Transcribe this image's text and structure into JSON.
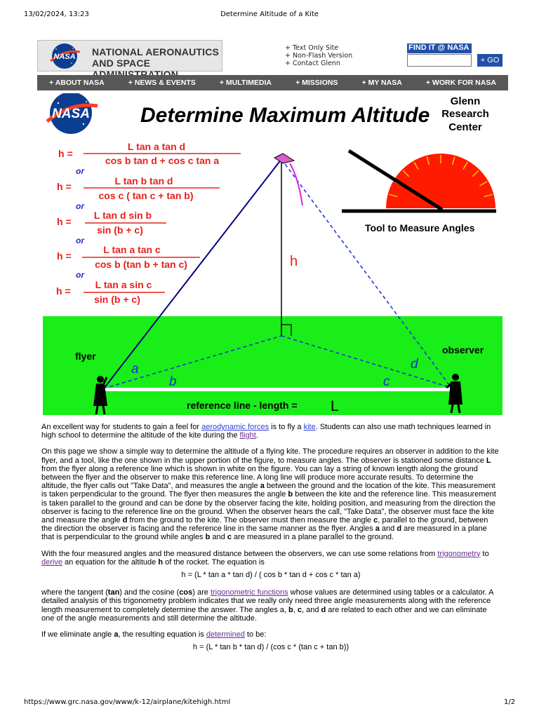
{
  "print_header": {
    "datetime": "13/02/2024, 13:23",
    "title": "Determine Altitude of a Kite"
  },
  "banner": {
    "agency_line1": "NATIONAL AERONAUTICS",
    "agency_line2": "AND SPACE ADMINISTRATION",
    "logo_text": "NASA"
  },
  "quick_links": [
    "+ Text Only Site",
    "+ Non-Flash Version",
    "+ Contact Glenn"
  ],
  "search": {
    "label": "FIND IT @ NASA :",
    "value": "",
    "go_label": "+ GO"
  },
  "nav": [
    "+ ABOUT NASA",
    "+ NEWS & EVENTS",
    "+ MULTIMEDIA",
    "+ MISSIONS",
    "+ MY NASA",
    "+ WORK FOR NASA"
  ],
  "figure": {
    "title": "Determine Maximum Altitude",
    "logo_text": "NASA",
    "center_line1": "Glenn",
    "center_line2": "Research",
    "center_line3": "Center",
    "tool_label": "Tool to Measure Angles",
    "h_label": "h",
    "flyer_label": "flyer",
    "observer_label": "observer",
    "angle_a": "a",
    "angle_b": "b",
    "angle_c": "c",
    "angle_d": "d",
    "reference_text": "reference line - length = ",
    "reference_L": "L",
    "or_label": "or",
    "formulas": [
      {
        "lhs": "h =",
        "num": "L tan a  tan d",
        "den": "cos b  tan d  +  cos c  tan a"
      },
      {
        "lhs": "h =",
        "num": "L tan b  tan d",
        "den": "cos c  ( tan c + tan b)"
      },
      {
        "lhs": "h =",
        "num": "L tan d  sin b",
        "den": "sin (b + c)"
      },
      {
        "lhs": "h =",
        "num": "L tan a  tan c",
        "den": "cos b  (tan b + tan c)"
      },
      {
        "lhs": "h =",
        "num": "L  tan a  sin c",
        "den": "sin (b + c)"
      }
    ]
  },
  "body": {
    "p1": {
      "t1": "An excellent way for students to gain a feel for ",
      "l1": "aerodynamic forces",
      "t2": " is to fly a ",
      "l2": "kite",
      "t3": ". Students can also use math techniques learned in high school to determine the altitude of the kite during the ",
      "l3": "flight",
      "t4": "."
    },
    "p2": {
      "t1": "On this page we show a simple way to determine the altitude of a flying kite. The procedure requires an observer in addition to the kite flyer, and a tool, like the one shown in the upper portion of the figure, to measure angles. The observer is stationed some distance ",
      "b1": "L",
      "t2": " from the flyer along a reference line which is shown in white on the figure. You can lay a string of known length along the ground between the flyer and the observer to make this reference line. A long line will produce more accurate results. To determine the altitude, the flyer calls out \"Take Data\", and measures the angle ",
      "b2": "a",
      "t3": " between the ground and the location of the kite. This measurement is taken perpendicular to the ground. The flyer then measures the angle ",
      "b3": "b",
      "t4": " between the kite and the reference line. This measurement is taken parallel to the ground and can be done by the observer facing the kite, holding position, and measuring from the direction the observer is facing to the reference line on the ground. When the observer hears the call, \"Take Data\", the observer must face the kite and measure the angle ",
      "b4": "d",
      "t5": " from the ground to the kite. The observer must then measure the angle ",
      "b5": "c",
      "t6": ", parallel to the ground, between the direction the observer is facing and the reference line in the same manner as the flyer. Angles ",
      "b6": "a",
      "t7": " and ",
      "b7": "d",
      "t8": " are measured in a plane that is perpendicular to the ground while angles ",
      "b8": "b",
      "t9": " and ",
      "b9": "c",
      "t10": " are measured in a plane parallel to the ground."
    },
    "p3": {
      "t1": "With the four measured angles and the measured distance between the observers, we can use some relations from ",
      "l1": "trigonometry",
      "t2": " to ",
      "l2": "derive",
      "t3": " an equation for the altitude ",
      "b1": "h",
      "t4": " of the rocket. The equation is"
    },
    "eq1": "h = (L * tan a * tan d) / ( cos b * tan d + cos c * tan a)",
    "p4": {
      "t1": "where the tangent (",
      "b1": "tan",
      "t2": ") and the cosine (",
      "b2": "cos",
      "t3": ") are ",
      "l1": "trigonometric functions",
      "t4": " whose values are determined using tables or a calculator. A detailed analysis of this trigonometry problem indicates that we really only need three angle measurements along with the reference length measurement to completely determine the answer. The angles a, ",
      "b3": "b",
      "t5": ", ",
      "b4": "c",
      "t6": ", and ",
      "b5": "d",
      "t7": " are related to each other and we can eliminate one of the angle measurements and still determine the altitude."
    },
    "p5": {
      "t1": "If we eliminate angle ",
      "b1": "a",
      "t2": ", the resulting equation is ",
      "l1": "determined",
      "t3": " to be:"
    },
    "eq2": "h = (L * tan b * tan d) / (cos c * (tan c + tan b))"
  },
  "print_footer": {
    "url": "https://www.grc.nasa.gov/www/k-12/airplane/kitehigh.html",
    "page": "1/2"
  },
  "colors": {
    "formula_red": "#e8201a",
    "field_green": "#19ee19",
    "nav_gray": "#575757",
    "link_blue": "#3540d8",
    "link_visited": "#6a2c91",
    "find_blue": "#2050a8",
    "nasa_blue": "#0b3d91"
  }
}
